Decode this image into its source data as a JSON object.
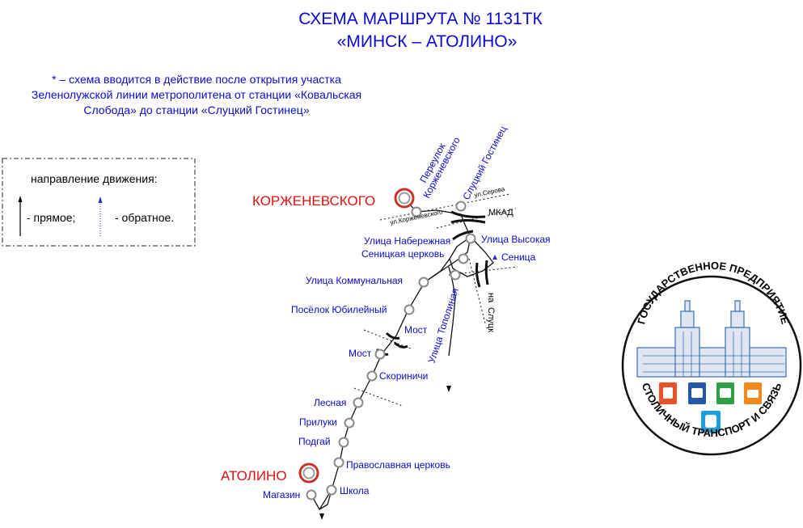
{
  "title": {
    "line1": "СХЕМА МАРШРУТА № 1131ТК",
    "line2": "«МИНСК – АТОЛИНО»"
  },
  "note": [
    "* – схема вводится в действие после открытия участка",
    "Зеленолужской линии метрополитена от станции «Ковальская",
    "Слобода» до станции «Слуцкий Гостинец»"
  ],
  "legend": {
    "title": "направление движения:",
    "forward": "- прямое;",
    "reverse": "- обратное."
  },
  "terminals": {
    "start": "КОРЖЕНЕВСКОГО",
    "end": "АТОЛИНО"
  },
  "stops": {
    "pereulok_1": "Переулок",
    "pereulok_2": "Корженевского",
    "slutsky": "Слуцкий Гостинец",
    "naberezhnaya": "Улица Набережная",
    "vysokaya": "Улица Высокая",
    "senitsa_church": "Сеницкая церковь",
    "senitsa": "Сеница",
    "kommunalnaya": "Улица Коммунальная",
    "yubileyny": "Посёлок Юбилейный",
    "most1": "Мост",
    "most2": "Мост",
    "topolinaya": "Улица Тополиная",
    "skorinichi": "Скориничи",
    "lesnaya": "Лесная",
    "priluki": "Прилуки",
    "podgay": "Подгай",
    "church": "Православная церковь",
    "shkola": "Школа",
    "magazin": "Магазин"
  },
  "streets": {
    "korzhenevskogo": "ул.Корженевского",
    "serova": "ул.Серова",
    "mkad": "МКАД",
    "na_slutsk_1": "на",
    "na_slutsk_2": "Слуцк"
  },
  "logo": {
    "top_text": "ГОСУДАРСТВЕННОЕ ПРЕДПРИЯТИЕ",
    "bottom_text": "СТОЛИЧНЫЙ ТРАНСПОРТ И СВЯЗЬ",
    "tile_colors": [
      "#e8512a",
      "#2457a8",
      "#2e9e48",
      "#f08a1c",
      "#1aa0dc"
    ]
  },
  "colors": {
    "text_blue": "#0a0ad0",
    "terminal_red": "#e01010",
    "route": "#111111"
  }
}
